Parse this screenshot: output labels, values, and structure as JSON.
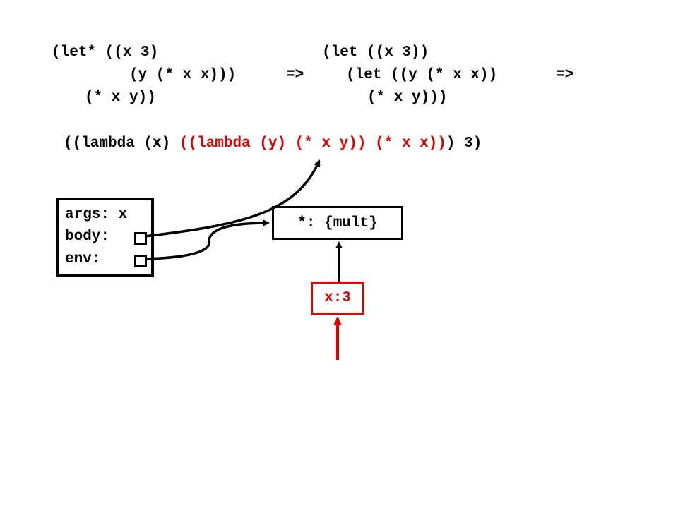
{
  "code": {
    "let_star": {
      "line1": "(let* ((x 3)",
      "line2": "(y (* x x)))",
      "line3": "(* x y))"
    },
    "arrow_1": "=>",
    "let_nested": {
      "line1": "(let ((x 3))",
      "line2": "(let ((y (* x x))",
      "line3": "(* x y)))"
    },
    "arrow_2": "=>",
    "lambda_expr": {
      "part1": "((lambda (x) ",
      "part2_red": "((lambda (y) (* x y)) (* x x))",
      "part3": ") 3)"
    }
  },
  "diagram": {
    "procedure": {
      "args_label": "args: x",
      "body_label": "body:",
      "env_label": "env:"
    },
    "global_env": {
      "label": "*: {mult}"
    },
    "frame_x": {
      "label": "x:3"
    }
  },
  "colors": {
    "text": "#000000",
    "highlight": "#e00000",
    "background": "#ffffff"
  }
}
